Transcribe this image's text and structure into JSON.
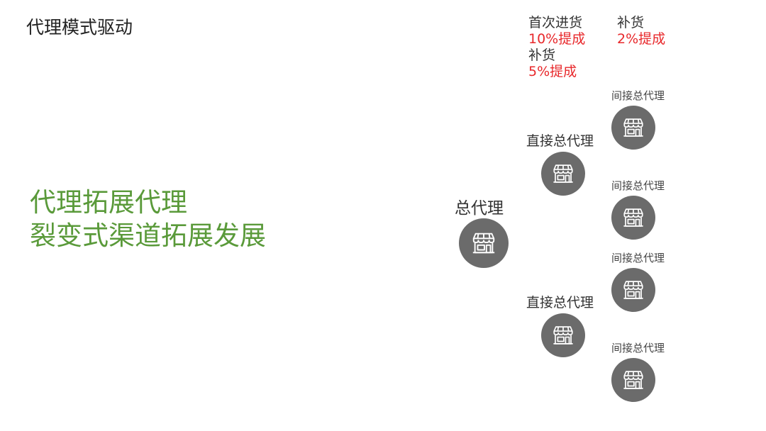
{
  "header": {
    "title": "代理模式驱动"
  },
  "slogan": {
    "line1": "代理拓展代理",
    "line2": "裂变式渠道拓展发展"
  },
  "tree": {
    "root": {
      "label": "总代理",
      "icon": "store-icon"
    },
    "direct": [
      {
        "label": "直接总代理",
        "icon": "store-icon"
      },
      {
        "label": "直接总代理",
        "icon": "store-icon"
      }
    ],
    "indirect": [
      {
        "label": "间接总代理",
        "icon": "store-icon"
      },
      {
        "label": "间接总代理",
        "icon": "store-icon"
      },
      {
        "label": "间接总代理",
        "icon": "store-icon"
      },
      {
        "label": "间接总代理",
        "icon": "store-icon"
      }
    ]
  },
  "commissions": {
    "first": {
      "label": "首次进货",
      "value": "10%提成"
    },
    "restock_direct": {
      "label": "补货",
      "value": "5%提成"
    },
    "restock_indirect": {
      "label": "补货",
      "value": "2%提成"
    }
  },
  "colors": {
    "accent_green": "#5a9a3a",
    "highlight_red": "#e8282b",
    "node_gray": "#6b6b6b"
  }
}
